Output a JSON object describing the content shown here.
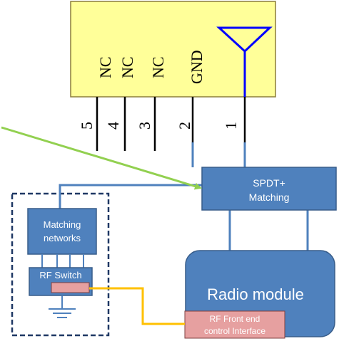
{
  "colors": {
    "header_fill": "#ffff99",
    "header_stroke": "#8b7d3a",
    "block_fill": "#4f81bd",
    "block_stroke": "#385d8a",
    "wire_blue": "#4f81bd",
    "antenna": "#0000ff",
    "pin": "#000000",
    "arrow": "#92d050",
    "signal": "#ffc000",
    "pink": "#e6a0a0",
    "dash": "#1f3864",
    "text_white": "#ffffff"
  },
  "header": {
    "pin_labels": [
      "NC",
      "NC",
      "NC",
      "GND"
    ],
    "pin_numbers": [
      "5",
      "4",
      "3",
      "2",
      "1"
    ]
  },
  "blocks": {
    "spdt_line1": "SPDT+",
    "spdt_line2": "Matching",
    "matching_line1": "Matching",
    "matching_line2": "networks",
    "rf_switch": "RF Switch",
    "radio_module": "Radio module",
    "rf_frontend_line1": "RF Front end",
    "rf_frontend_line2": "control Interface"
  },
  "icons": {
    "antenna": "antenna-icon",
    "ground": "ground-icon"
  }
}
